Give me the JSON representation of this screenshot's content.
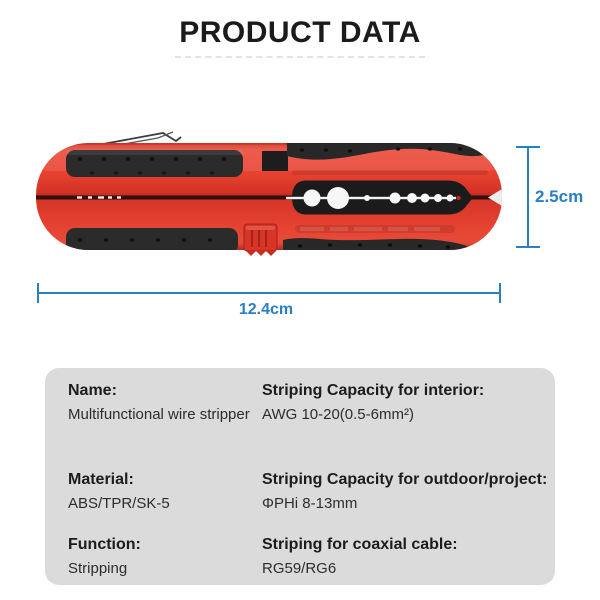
{
  "title": "PRODUCT DATA",
  "dimensions": {
    "height": "2.5cm",
    "width": "12.4cm"
  },
  "specs": [
    {
      "label": "Name:",
      "value": "Multifunctional wire stripper"
    },
    {
      "label": "Striping Capacity for interior:",
      "value": "AWG 10-20(0.5-6mm²)"
    },
    {
      "label": "Material:",
      "value": "ABS/TPR/SK-5"
    },
    {
      "label": "Striping Capacity for outdoor/project:",
      "value": "ΦPHi 8-13mm"
    },
    {
      "label": "Function:",
      "value": "Stripping"
    },
    {
      "label": "Striping for coaxial cable:",
      "value": "RG59/RG6"
    }
  ],
  "colors": {
    "dimension_annotation": "#2b7fc0",
    "tool_body_red": "#e23b2e",
    "tool_grip_black": "#282828",
    "spec_panel_background": "#dbdbdb",
    "title_text": "#1b1b1b",
    "page_background": "#ffffff"
  }
}
